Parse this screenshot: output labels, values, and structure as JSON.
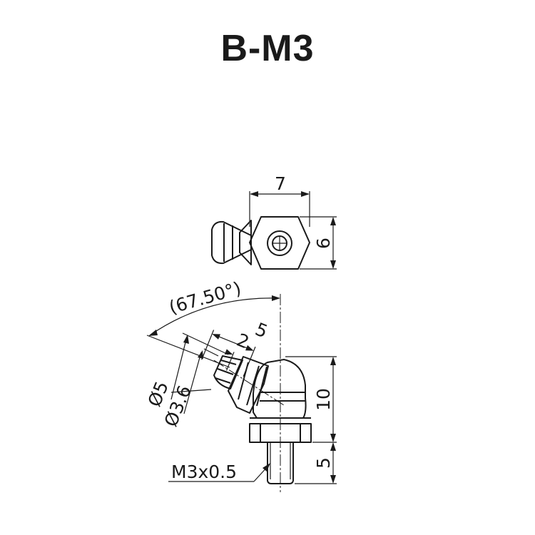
{
  "title": "B-M3",
  "dimensions": {
    "hex_width": "7",
    "hex_height": "6",
    "angle": "(67.50°)",
    "head_length": "5",
    "head_step": "2",
    "head_outer_diameter": "Ø5",
    "head_inner_diameter": "Ø3.6",
    "body_height": "10",
    "thread_length": "5",
    "thread_spec": "M3x0.5"
  }
}
